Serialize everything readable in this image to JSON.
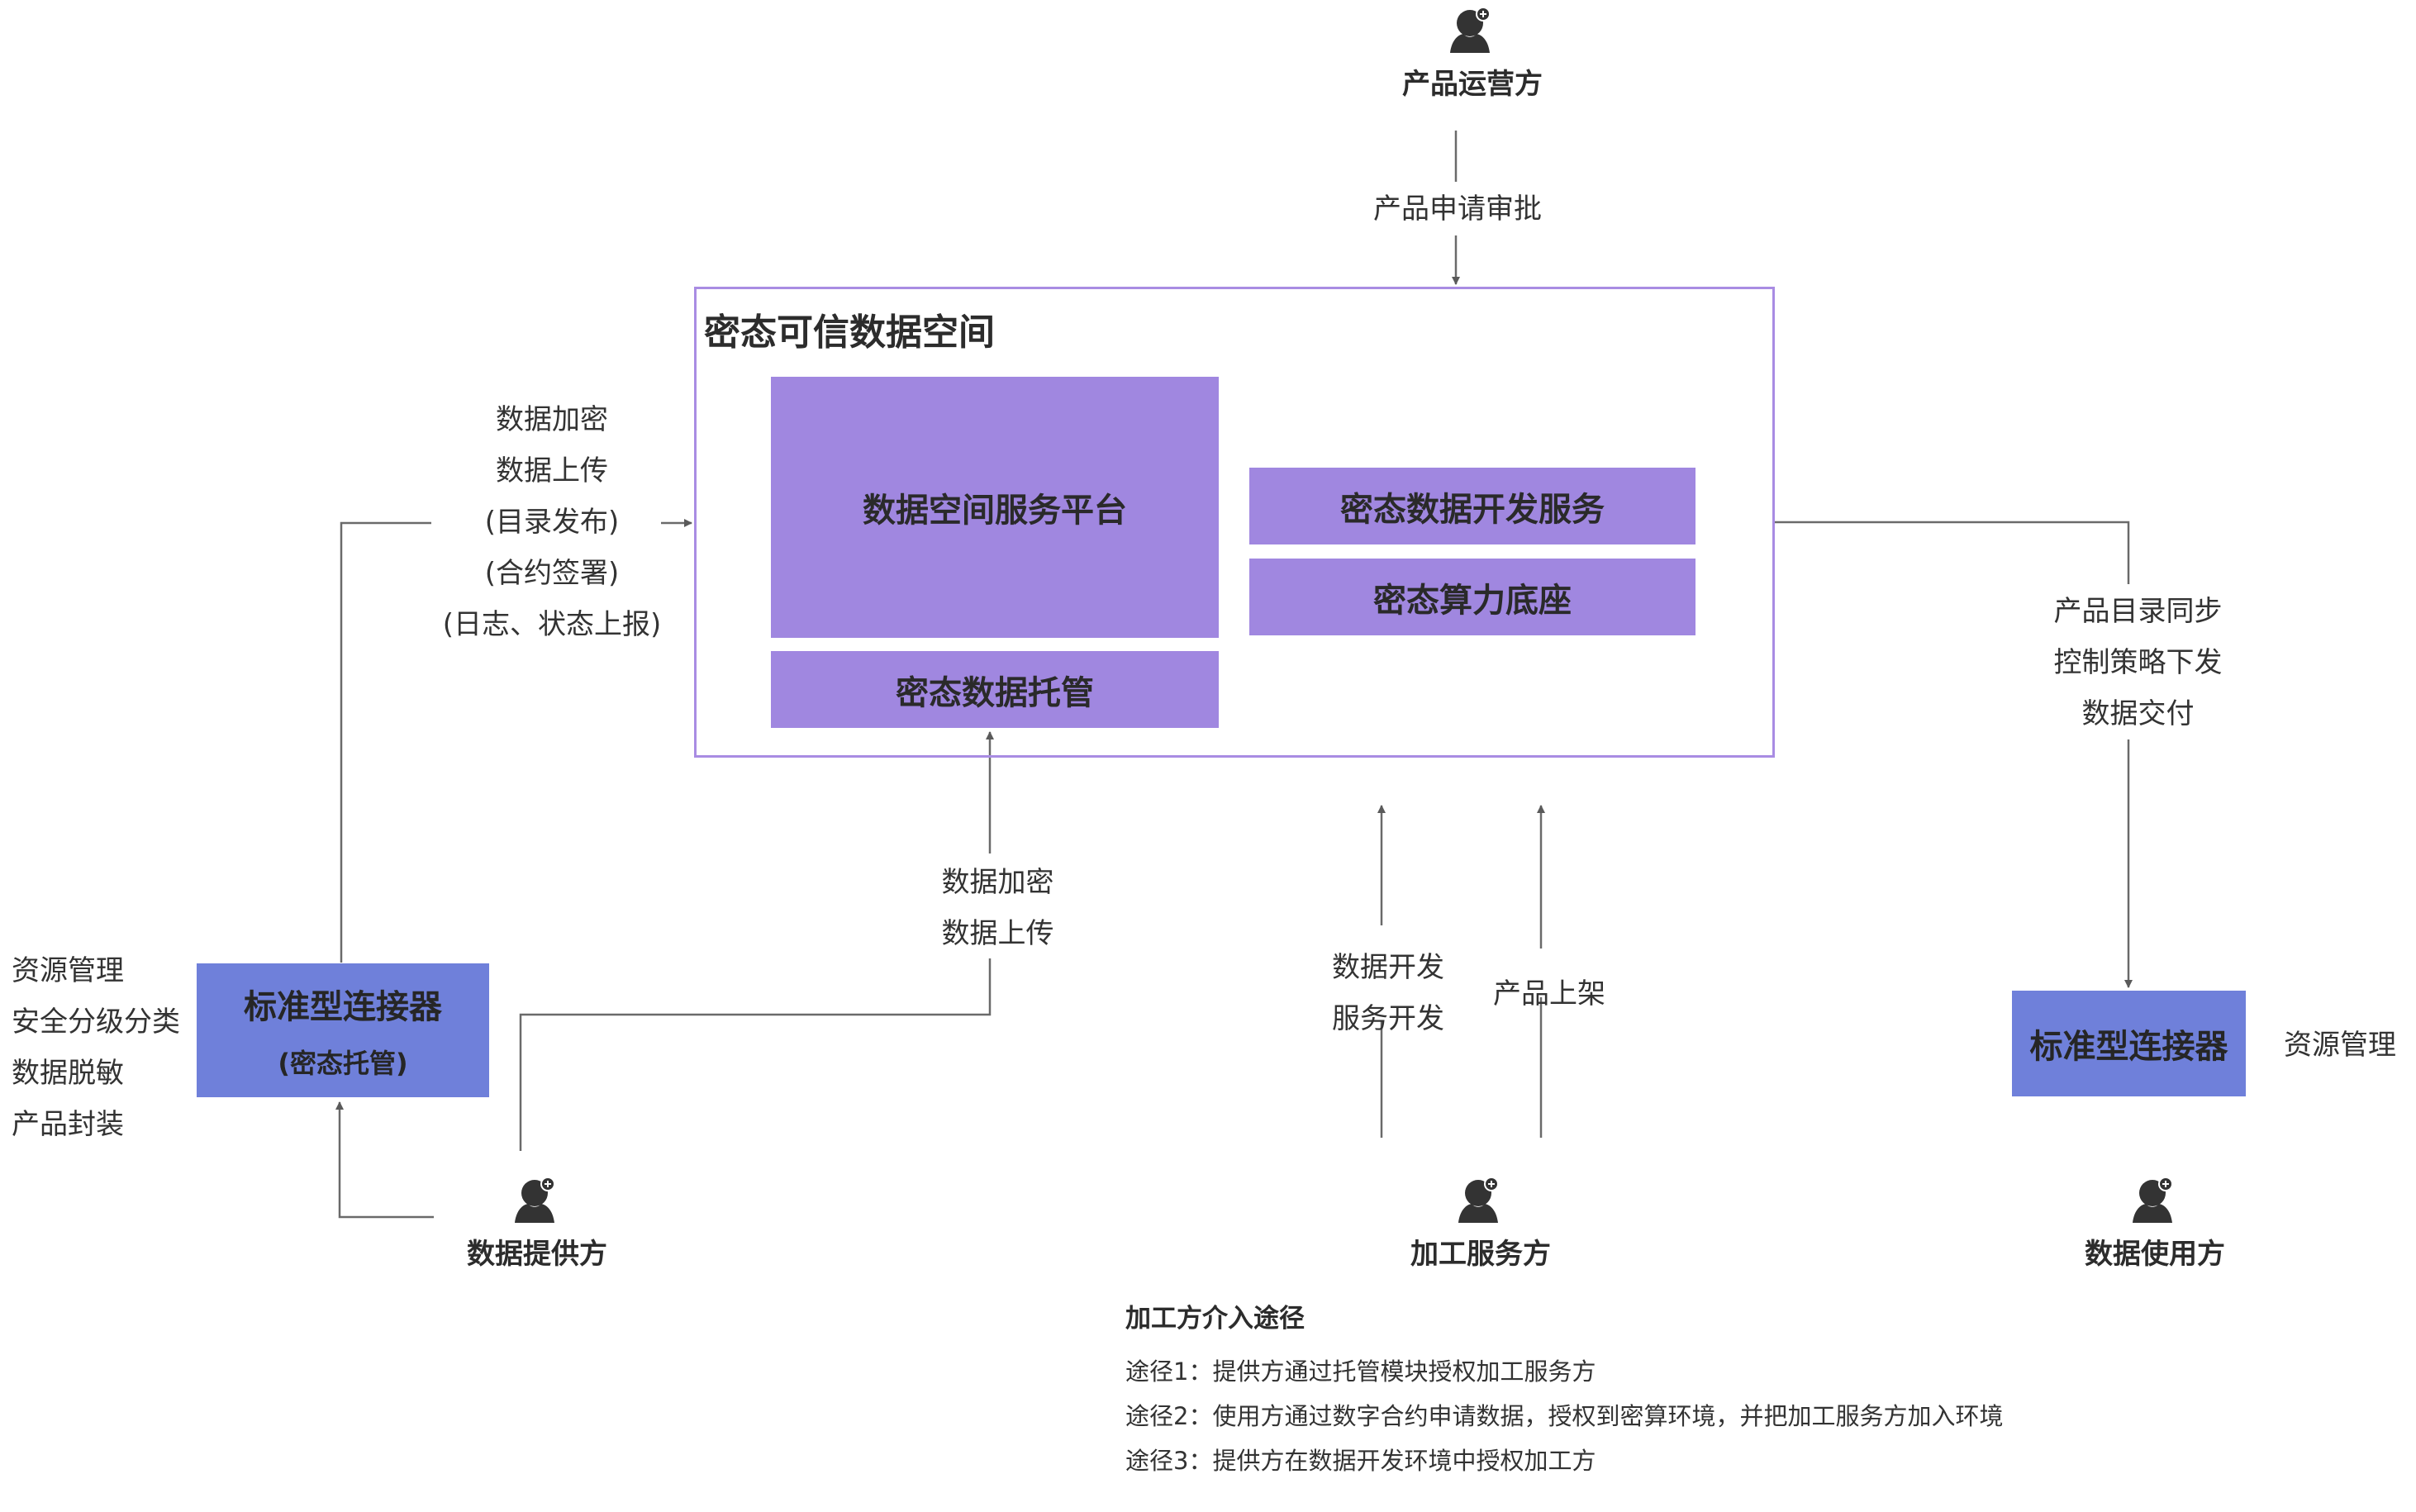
{
  "colors": {
    "platform_block": "#A087E0",
    "outer_border": "#A98CE3",
    "connector_block": "#6F80DA",
    "line": "#5a5a5a",
    "text": "#2f3030"
  },
  "actors": {
    "operator": {
      "name": "产品运营方",
      "icon": "user-add-icon"
    },
    "provider": {
      "name": "数据提供方",
      "icon": "user-add-icon"
    },
    "processor": {
      "name": "加工服务方",
      "icon": "user-add-icon"
    },
    "consumer": {
      "name": "数据使用方",
      "icon": "user-add-icon"
    }
  },
  "space": {
    "title": "密态可信数据空间",
    "blocks": {
      "platform": "数据空间服务平台",
      "custody": "密态数据托管",
      "dev_service": "密态数据开发服务",
      "compute_base": "密态算力底座"
    }
  },
  "connectors": {
    "left": {
      "title": "标准型连接器",
      "subtitle": "(密态托管)"
    },
    "right": {
      "title": "标准型连接器"
    }
  },
  "edge_labels": {
    "operator_to_space": [
      "产品申请审批"
    ],
    "left_connector_to_space": [
      "数据加密",
      "数据上传",
      "(目录发布)",
      "(合约签署)",
      "(日志、状态上报)"
    ],
    "provider_to_custody": [
      "数据加密",
      "数据上传"
    ],
    "processor_dev": [
      "数据开发",
      "服务开发"
    ],
    "processor_publish": [
      "产品上架"
    ],
    "space_to_right_connector": [
      "产品目录同步",
      "控制策略下发",
      "数据交付"
    ]
  },
  "side_notes": {
    "left_connector": [
      "资源管理",
      "安全分级分类",
      "数据脱敏",
      "产品封装"
    ],
    "right_connector": [
      "资源管理"
    ]
  },
  "notes": {
    "title": "加工方介入途径",
    "items": [
      "途径1：提供方通过托管模块授权加工服务方",
      "途径2：使用方通过数字合约申请数据，授权到密算环境，并把加工服务方加入环境",
      "途径3：提供方在数据开发环境中授权加工方"
    ]
  }
}
